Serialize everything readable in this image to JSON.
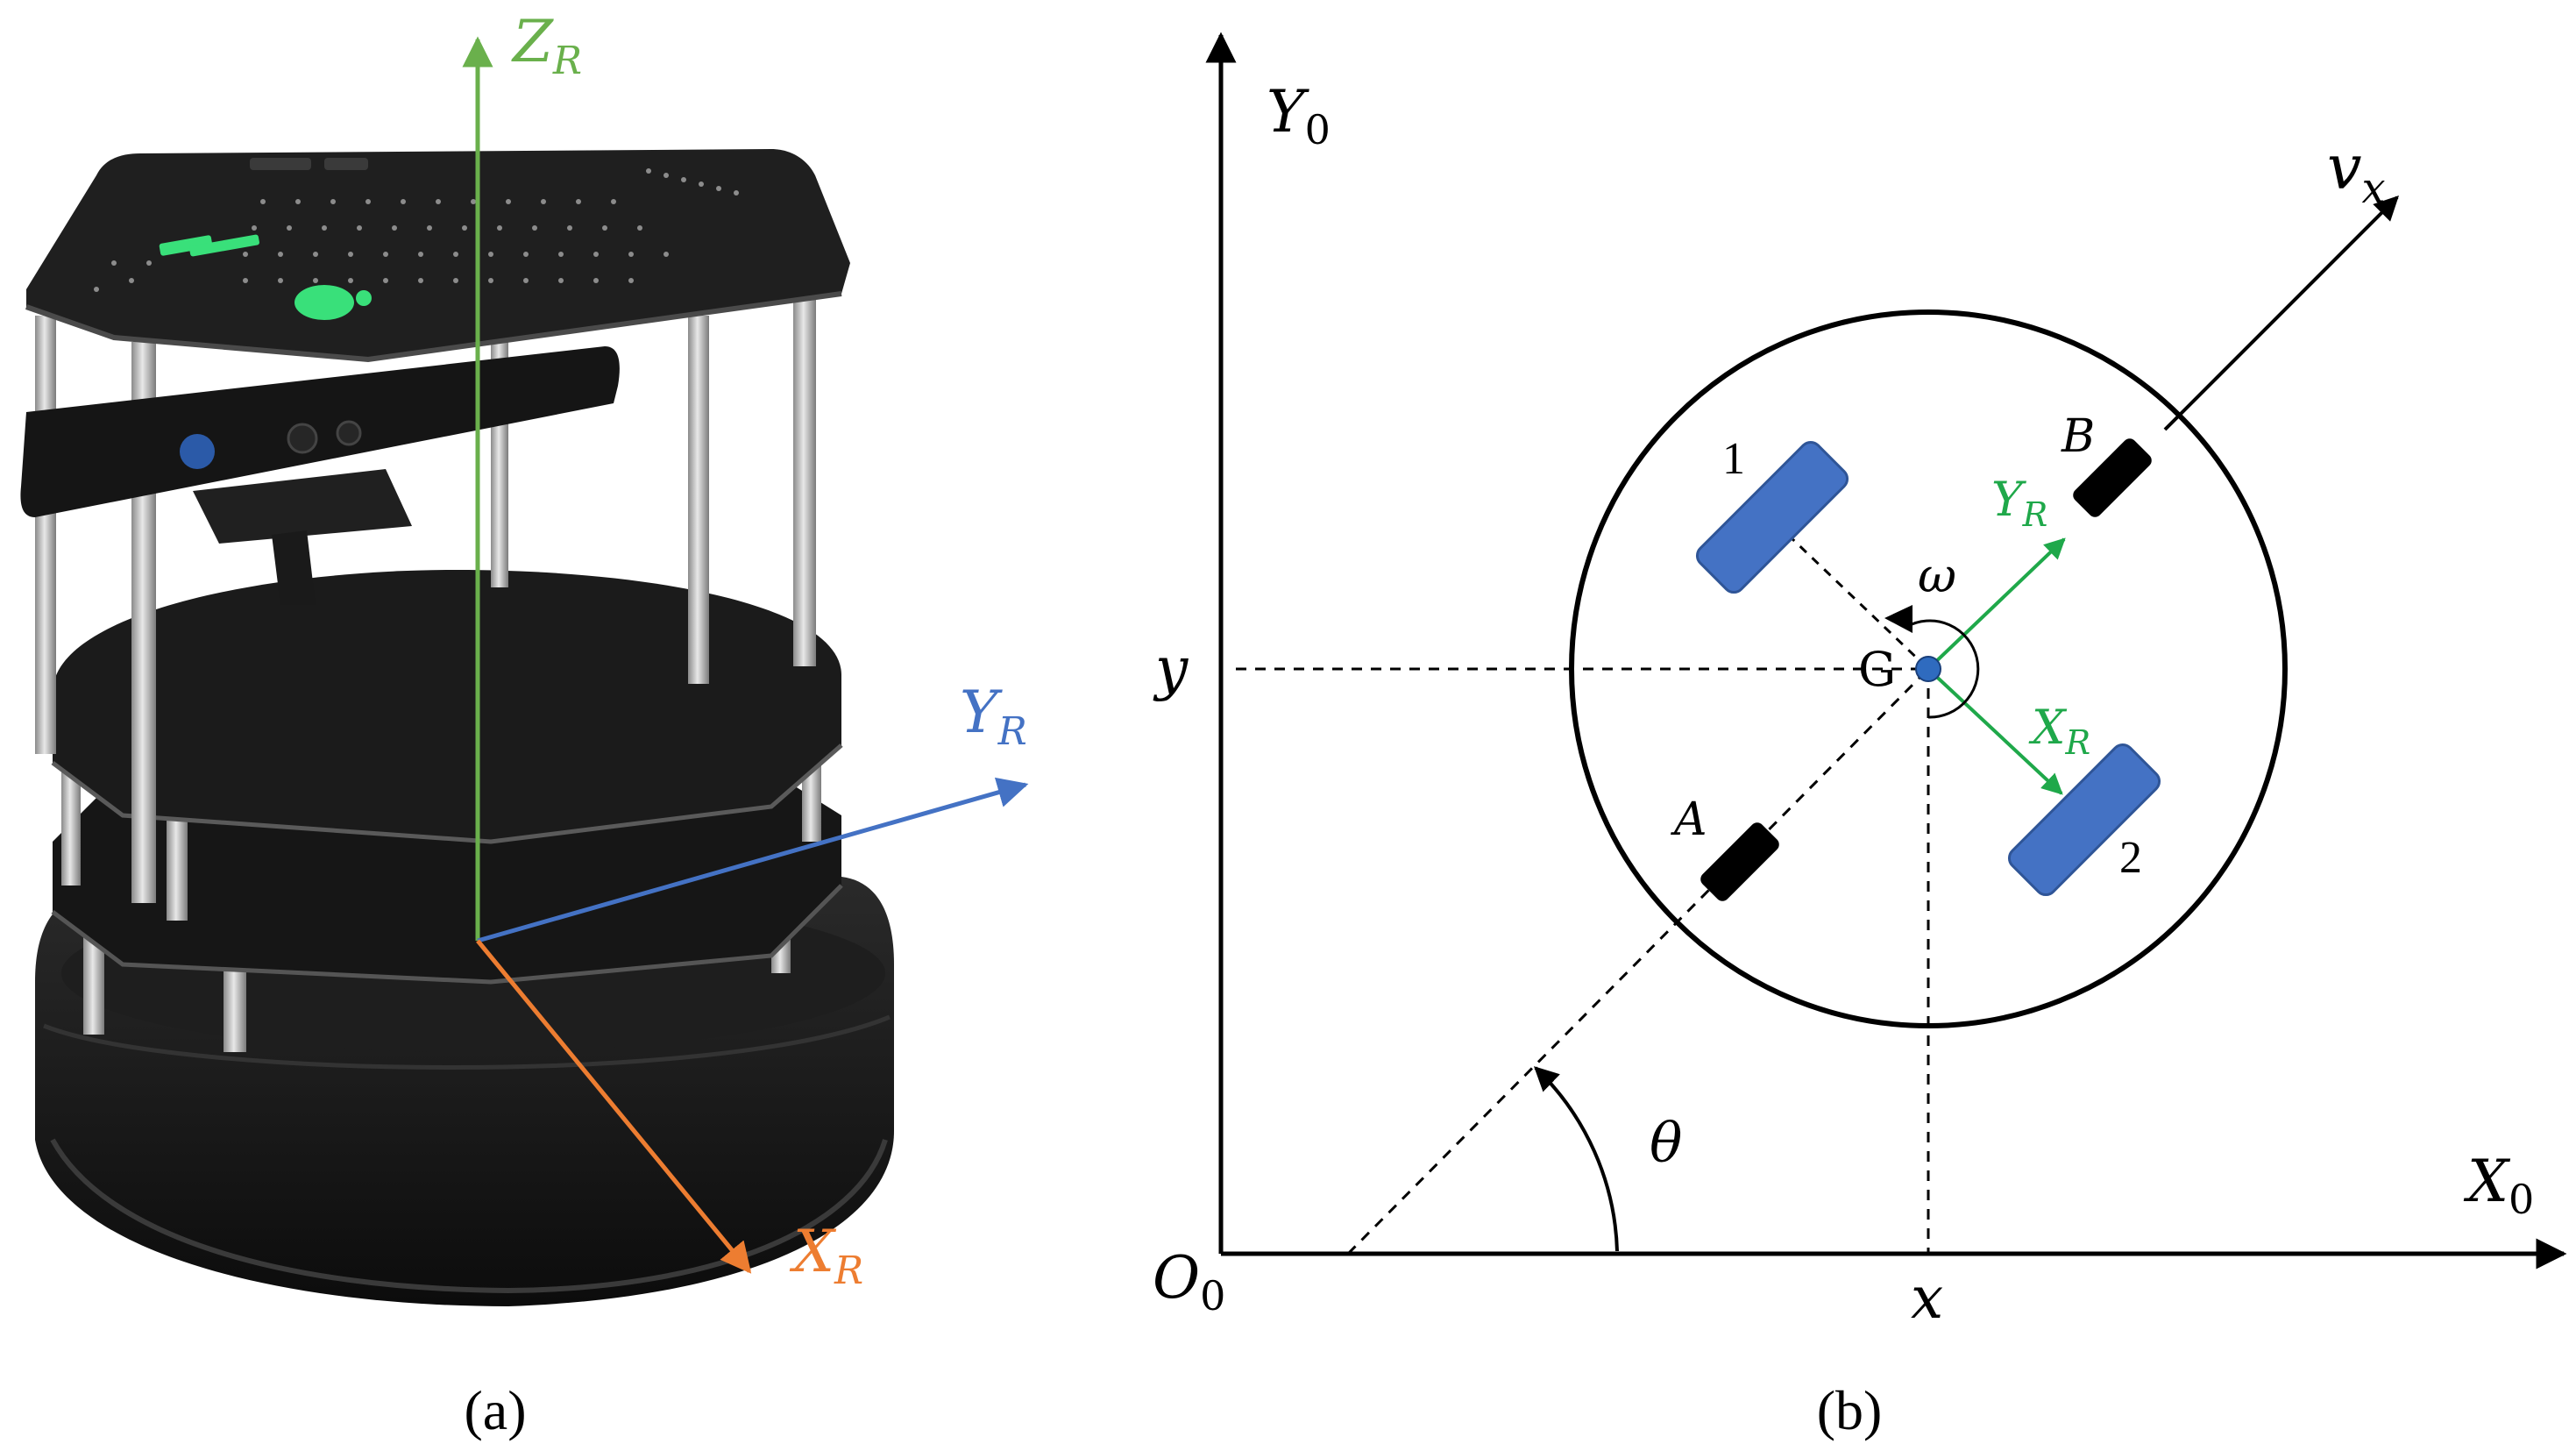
{
  "panel_a": {
    "caption": "(a)",
    "axes": {
      "z": {
        "main": "Z",
        "sub": "R",
        "color": "#6ab04c"
      },
      "y": {
        "main": "Y",
        "sub": "R",
        "color": "#4472c4"
      },
      "x": {
        "main": "X",
        "sub": "R",
        "color": "#ed7d31"
      }
    },
    "colors": {
      "robot_body": "#1a1a1a",
      "logo": "#39e07a",
      "pillar": "#b8b8b8"
    }
  },
  "panel_b": {
    "caption": "(b)",
    "labels": {
      "y0_main": "Y",
      "y0_sub": "0",
      "x0_main": "X",
      "x0_sub": "0",
      "o0_main": "O",
      "o0_sub": "0",
      "vx_main": "v",
      "vx_sub": "x",
      "yr_main": "Y",
      "yr_sub": "R",
      "xr_main": "X",
      "xr_sub": "R",
      "y": "y",
      "x": "x",
      "theta": "θ",
      "omega": "ω",
      "g": "G",
      "a": "A",
      "b": "B",
      "wheel1": "1",
      "wheel2": "2"
    },
    "colors": {
      "wheel": "#4472c4",
      "caster": "#000000",
      "robot_axes": "#1fa84a",
      "lines": "#000000"
    }
  }
}
